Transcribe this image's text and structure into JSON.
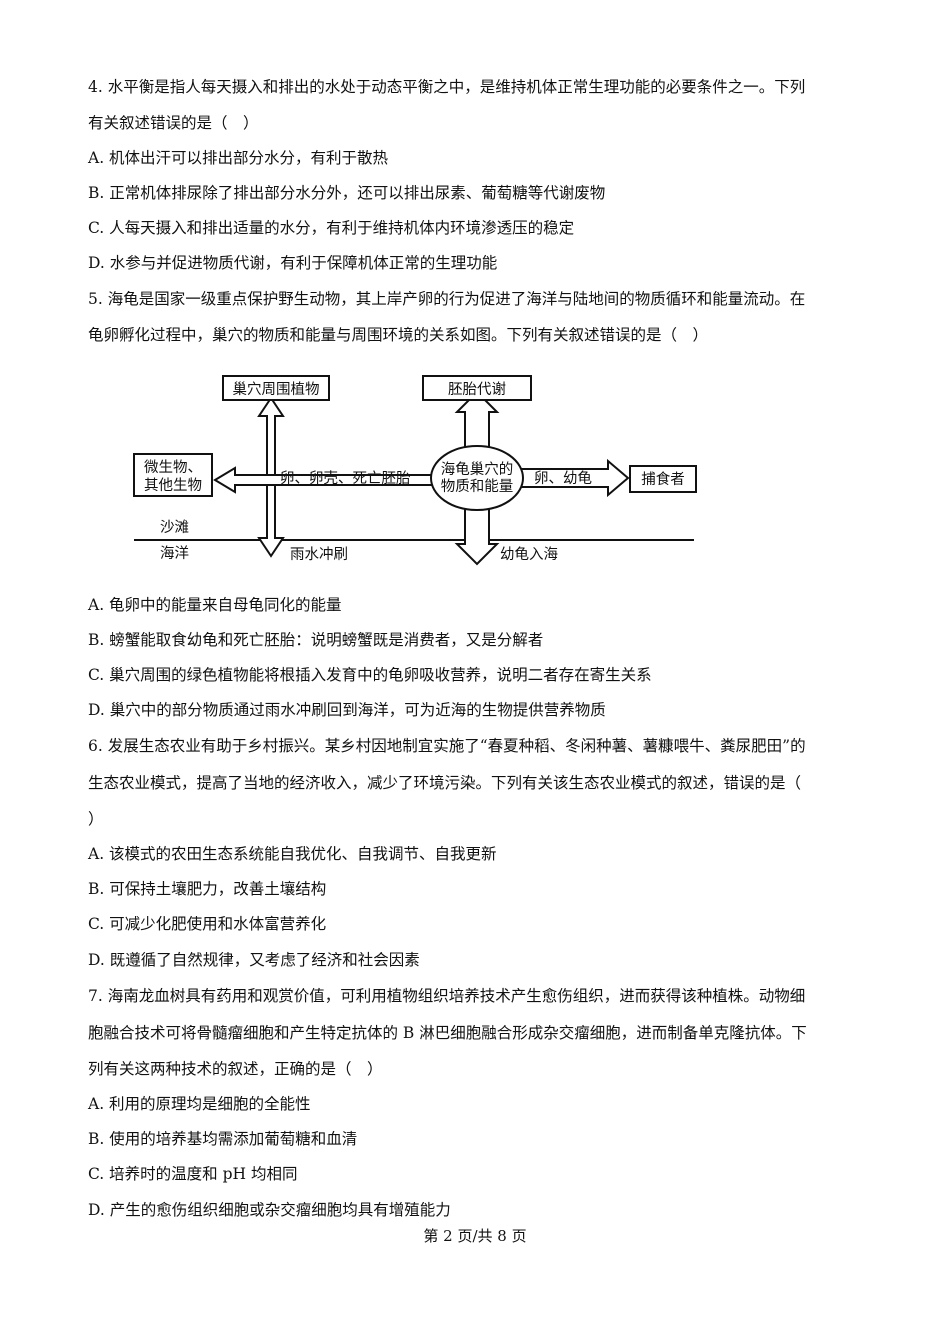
{
  "q4": {
    "stem_line1": "4. 水平衡是指人每天摄入和排出的水处于动态平衡之中，是维持机体正常生理功能的必要条件之一。下列",
    "stem_line2": "有关叙述错误的是（　）",
    "options": [
      "A. 机体出汗可以排出部分水分，有利于散热",
      "B. 正常机体排尿除了排出部分水分外，还可以排出尿素、葡萄糖等代谢废物",
      "C. 人每天摄入和排出适量的水分，有利于维持机体内环境渗透压的稳定",
      "D. 水参与并促进物质代谢，有利于保障机体正常的生理功能"
    ]
  },
  "q5": {
    "stem_line1": "5. 海龟是国家一级重点保护野生动物，其上岸产卵的行为促进了海洋与陆地间的物质循环和能量流动。在",
    "stem_line2": "龟卵孵化过程中，巢穴的物质和能量与周围环境的关系如图。下列有关叙述错误的是（　）",
    "diagram": {
      "plants_box": "巢穴周围植物",
      "embryo_box": "胚胎代谢",
      "microbe_line1": "微生物、",
      "microbe_line2": "其他生物",
      "predator_box": "捕食者",
      "center_line1": "海龟巢穴的",
      "center_line2": "物质和能量",
      "left_arrow_label": "卵、卵壳、死亡胚胎",
      "right_arrow_label": "卵、幼龟",
      "beach_label": "沙滩",
      "ocean_label": "海洋",
      "rain_label": "雨水冲刷",
      "hatchling_label": "幼龟入海"
    },
    "options": [
      "A. 龟卵中的能量来自母龟同化的能量",
      "B. 螃蟹能取食幼龟和死亡胚胎：说明螃蟹既是消费者，又是分解者",
      "C. 巢穴周围的绿色植物能将根插入发育中的龟卵吸收营养，说明二者存在寄生关系",
      "D. 巢穴中的部分物质通过雨水冲刷回到海洋，可为近海的生物提供营养物质"
    ]
  },
  "q6": {
    "stem_line1": "6. 发展生态农业有助于乡村振兴。某乡村因地制宜实施了“春夏种稻、冬闲种薯、薯糠喂牛、粪尿肥田”的",
    "stem_line2": "生态农业模式，提高了当地的经济收入，减少了环境污染。下列有关该生态农业模式的叙述，错误的是（",
    "stem_line3": "）",
    "options": [
      "A. 该模式的农田生态系统能自我优化、自我调节、自我更新",
      "B. 可保持土壤肥力，改善土壤结构",
      "C. 可减少化肥使用和水体富营养化",
      "D. 既遵循了自然规律，又考虑了经济和社会因素"
    ]
  },
  "q7": {
    "stem_line1": "7. 海南龙血树具有药用和观赏价值，可利用植物组织培养技术产生愈伤组织，进而获得该种植株。动物细",
    "stem_line2": "胞融合技术可将骨髓瘤细胞和产生特定抗体的 B 淋巴细胞融合形成杂交瘤细胞，进而制备单克隆抗体。下",
    "stem_line3": "列有关这两种技术的叙述，正确的是（　）",
    "options": [
      "A. 利用的原理均是细胞的全能性",
      "B. 使用的培养基均需添加葡萄糖和血清",
      "C. 培养时的温度和 pH 均相同",
      "D. 产生的愈伤组织细胞或杂交瘤细胞均具有增殖能力"
    ]
  },
  "footer": "第 2 页/共 8 页"
}
